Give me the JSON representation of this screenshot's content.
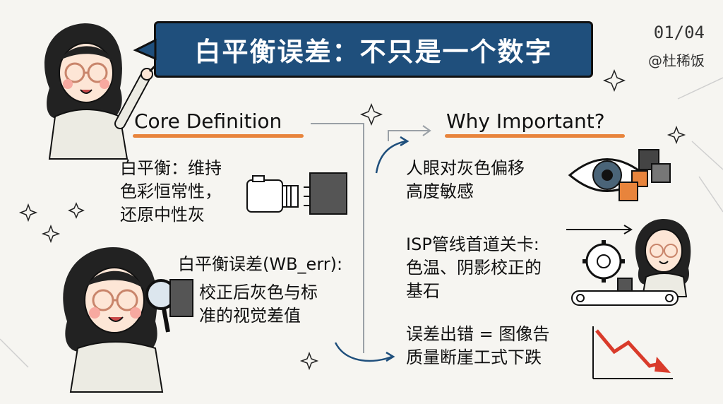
{
  "title": "白平衡误差：不只是一个数字",
  "page_number": "01/04",
  "handle": "@杜稀饭",
  "left": {
    "heading": "Core Definition",
    "definition": "白平衡：维持\n色彩恒常性，\n还原中性灰",
    "error_label": "白平衡误差(WB_err):",
    "error_text": "校正后灰色与标\n准的视觉差值"
  },
  "right": {
    "heading": "Why Important?",
    "point1": "人眼对灰色偏移\n高度敏感",
    "point2": "ISP管线首道关卡:\n色温、阴影校正的\n基石",
    "point3": "误差出错 = 图像告\n质量断崖工式下跌"
  },
  "colors": {
    "title_bg": "#1f4f7c",
    "accent_orange": "#e8843c",
    "gray_swatch": "#555555"
  }
}
